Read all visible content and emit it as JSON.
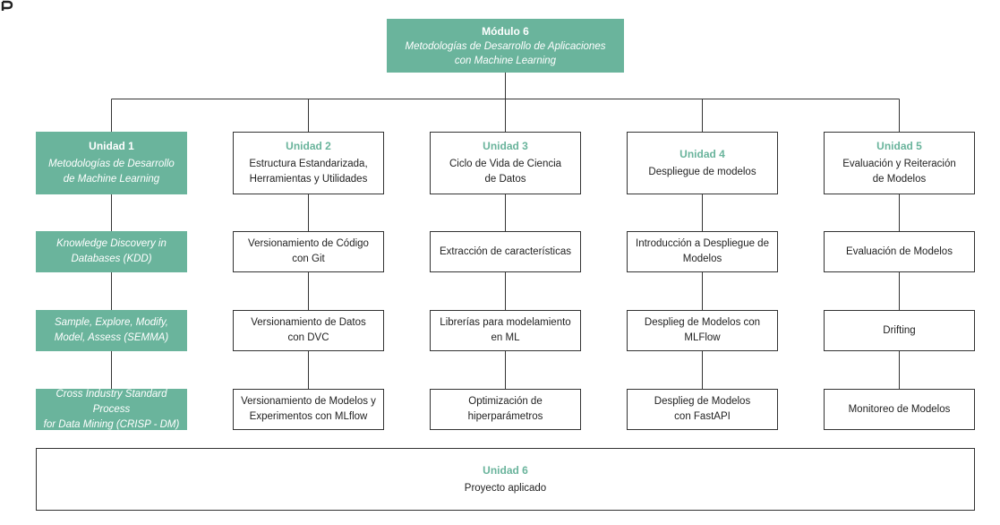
{
  "root": {
    "title": "Módulo 6",
    "subtitle_lines": [
      "Metodologías de Desarrollo de Aplicaciones",
      "con Machine Learning"
    ]
  },
  "units": [
    {
      "title": "Unidad 1",
      "lines": [
        "Metodologías de Desarrollo",
        "de Machine Learning"
      ],
      "children": [
        [
          "Knowledge Discovery in",
          "Databases (KDD)"
        ],
        [
          "Sample, Explore, Modify,",
          "Model, Assess (SEMMA)"
        ],
        [
          "Cross Industry Standard Process",
          "for Data Mining (CRISP - DM)"
        ]
      ]
    },
    {
      "title": "Unidad 2",
      "lines": [
        "Estructura Estandarizada,",
        "Herramientas y Utilidades"
      ],
      "children": [
        [
          "Versionamiento de Código",
          "con Git"
        ],
        [
          "Versionamiento de Datos",
          "con DVC"
        ],
        [
          "Versionamiento de Modelos y",
          "Experimentos con MLflow"
        ]
      ]
    },
    {
      "title": "Unidad 3",
      "lines": [
        "Ciclo de Vida de Ciencia",
        "de Datos"
      ],
      "children": [
        [
          "Extracción de características"
        ],
        [
          "Librerías para modelamiento",
          "en ML"
        ],
        [
          "Optimización de",
          "hiperparámetros"
        ]
      ]
    },
    {
      "title": "Unidad 4",
      "lines": [
        "Despliegue de modelos"
      ],
      "children": [
        [
          "Introducción a Despliegue de",
          "Modelos"
        ],
        [
          "Desplieg de Modelos con",
          "MLFlow"
        ],
        [
          "Desplieg de Modelos",
          "con FastAPI"
        ]
      ]
    },
    {
      "title": "Unidad 5",
      "lines": [
        "Evaluación y Reiteración",
        "de Modelos"
      ],
      "children": [
        [
          "Evaluación de Modelos"
        ],
        [
          "Drifting"
        ],
        [
          "Monitoreo de Modelos"
        ]
      ]
    }
  ],
  "final": {
    "title": "Unidad 6",
    "line": "Proyecto aplicado"
  }
}
